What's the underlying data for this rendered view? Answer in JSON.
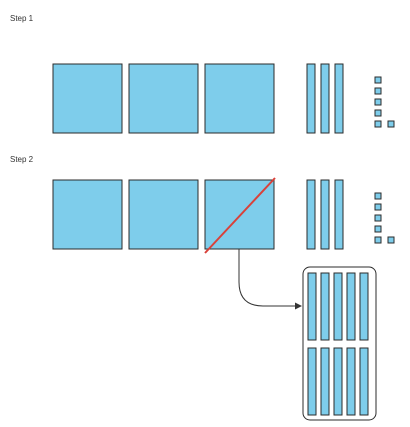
{
  "steps": [
    {
      "label": "Step 1",
      "hundreds": 3,
      "tens": 3,
      "ones": 6
    },
    {
      "label": "Step 2",
      "hundreds": 3,
      "tens": 3,
      "ones": 6
    }
  ],
  "regroup": {
    "crossed_out_hundred": 3,
    "resulting_tens": 10
  },
  "colors": {
    "block_fill": "#7ECDEB",
    "block_stroke": "#2B2B2B",
    "cross_line": "#D9413A",
    "arrow": "#333333"
  }
}
